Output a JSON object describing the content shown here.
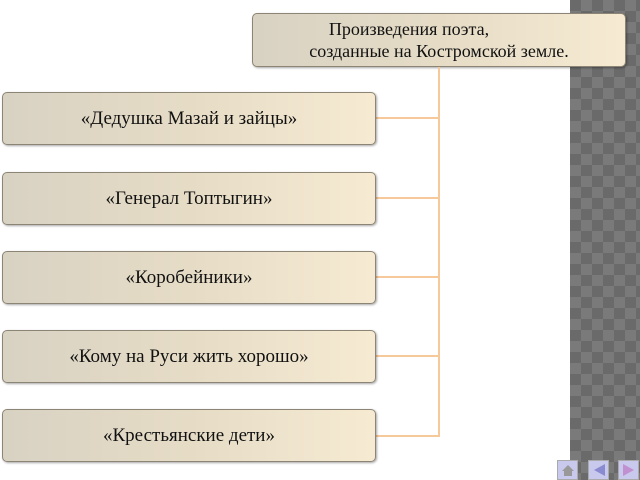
{
  "title": {
    "line1": "Произведения поэта,",
    "line2": "созданные на Костромской земле."
  },
  "works": [
    "«Дедушка Мазай и зайцы»",
    "«Генерал Топтыгин»",
    "«Коробейники»",
    "«Кому на Руси жить хорошо»",
    "«Крестьянские дети»"
  ],
  "nav": {
    "home": "home-icon",
    "prev": "arrow-left-icon",
    "next": "arrow-right-icon"
  }
}
